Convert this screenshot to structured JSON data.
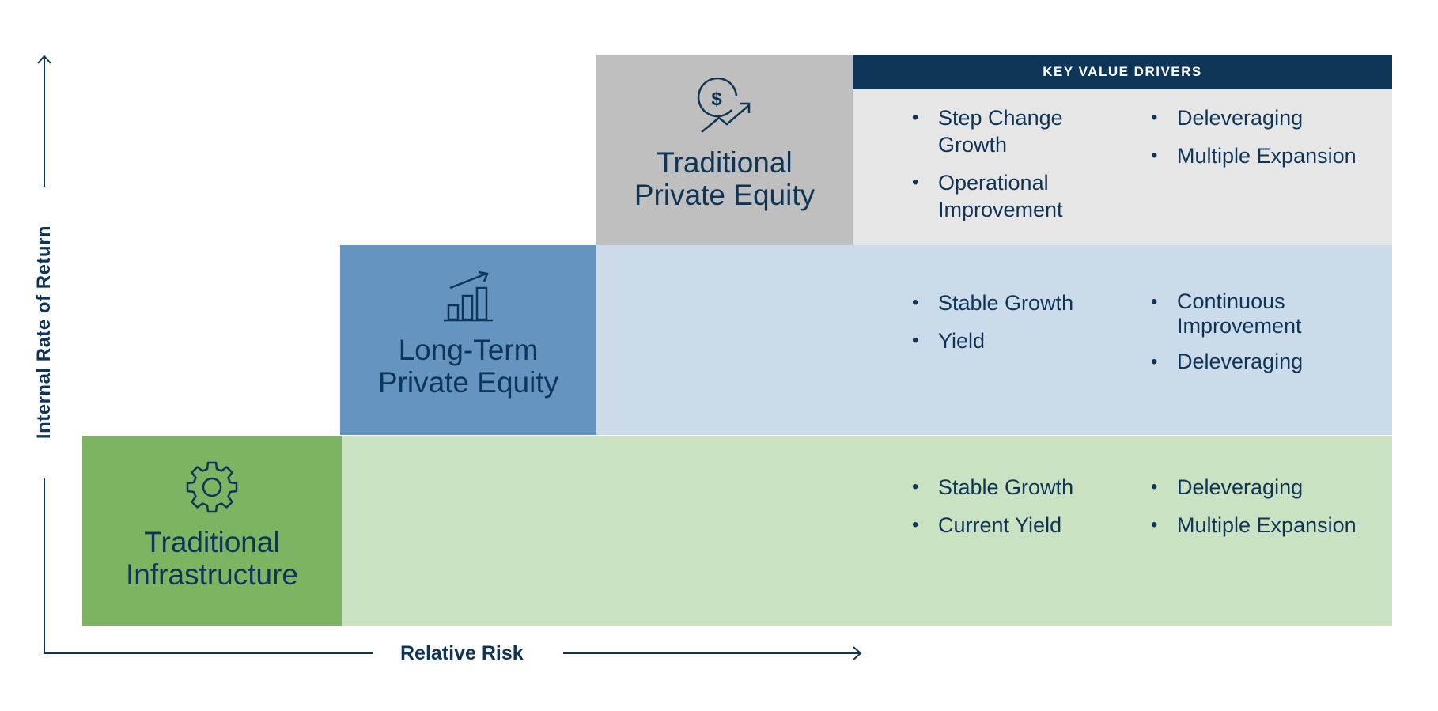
{
  "axes": {
    "y_label": "Internal Rate of Return",
    "x_label": "Relative Risk"
  },
  "header": {
    "key_value_drivers": "KEY VALUE DRIVERS"
  },
  "tiers": [
    {
      "name": "traditional-private-equity",
      "title_line1": "Traditional",
      "title_line2": "Private Equity",
      "icon": "dollar-growth-icon",
      "drivers_left": [
        "Step Change Growth",
        "Operational Improvement"
      ],
      "drivers_right": [
        "Deleveraging",
        "Multiple Expansion"
      ]
    },
    {
      "name": "long-term-private-equity",
      "title_line1": "Long-Term",
      "title_line2": "Private Equity",
      "icon": "bar-chart-growth-icon",
      "drivers_left": [
        "Stable Growth",
        "Yield"
      ],
      "drivers_right": [
        "Continuous Improvement",
        "Deleveraging"
      ]
    },
    {
      "name": "traditional-infrastructure",
      "title_line1": "Traditional",
      "title_line2": "Infrastructure",
      "icon": "gear-icon",
      "drivers_left": [
        "Stable Growth",
        "Current Yield"
      ],
      "drivers_right": [
        "Deleveraging",
        "Multiple Expansion"
      ]
    }
  ],
  "colors": {
    "navy": "#0e3557",
    "pe_box": "#bfbfbf",
    "pe_row": "#e6e6e6",
    "lt_box": "#6694c1",
    "lt_row": "#cbdbea",
    "infra_box": "#7cb461",
    "infra_row": "#cae2c1"
  }
}
